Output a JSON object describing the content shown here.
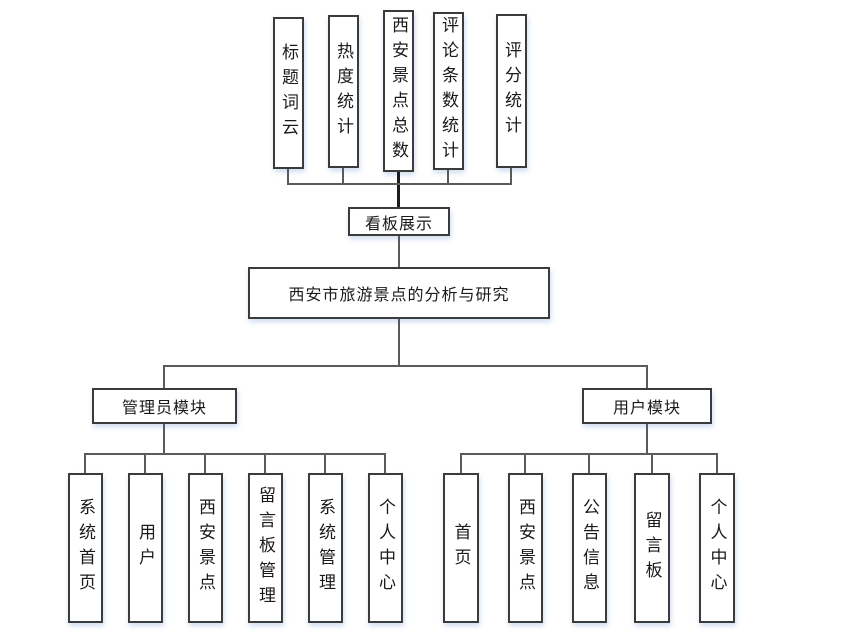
{
  "diagram": {
    "root": {
      "label": "西安市旅游景点的分析与研究"
    },
    "kanban": {
      "label": "看板展示"
    },
    "kanban_children": [
      {
        "label": "标题词云"
      },
      {
        "label": "热度统计"
      },
      {
        "label": "西安景点总数"
      },
      {
        "label": "评论条数统计"
      },
      {
        "label": "评分统计"
      }
    ],
    "modules": [
      {
        "label": "管理员模块",
        "children": [
          {
            "label": "系统首页"
          },
          {
            "label": "用户"
          },
          {
            "label": "西安景点"
          },
          {
            "label": "留言板管理"
          },
          {
            "label": "系统管理"
          },
          {
            "label": "个人中心"
          }
        ]
      },
      {
        "label": "用户模块",
        "children": [
          {
            "label": "首页"
          },
          {
            "label": "西安景点"
          },
          {
            "label": "公告信息"
          },
          {
            "label": "留言板"
          },
          {
            "label": "个人中心"
          }
        ]
      }
    ],
    "colors": {
      "background": "#ffffff",
      "box_border": "#3b3b3b",
      "connector_line": "#5a5a5a",
      "trunk_line": "#1c1c1c",
      "text": "#1a1a1a"
    }
  }
}
